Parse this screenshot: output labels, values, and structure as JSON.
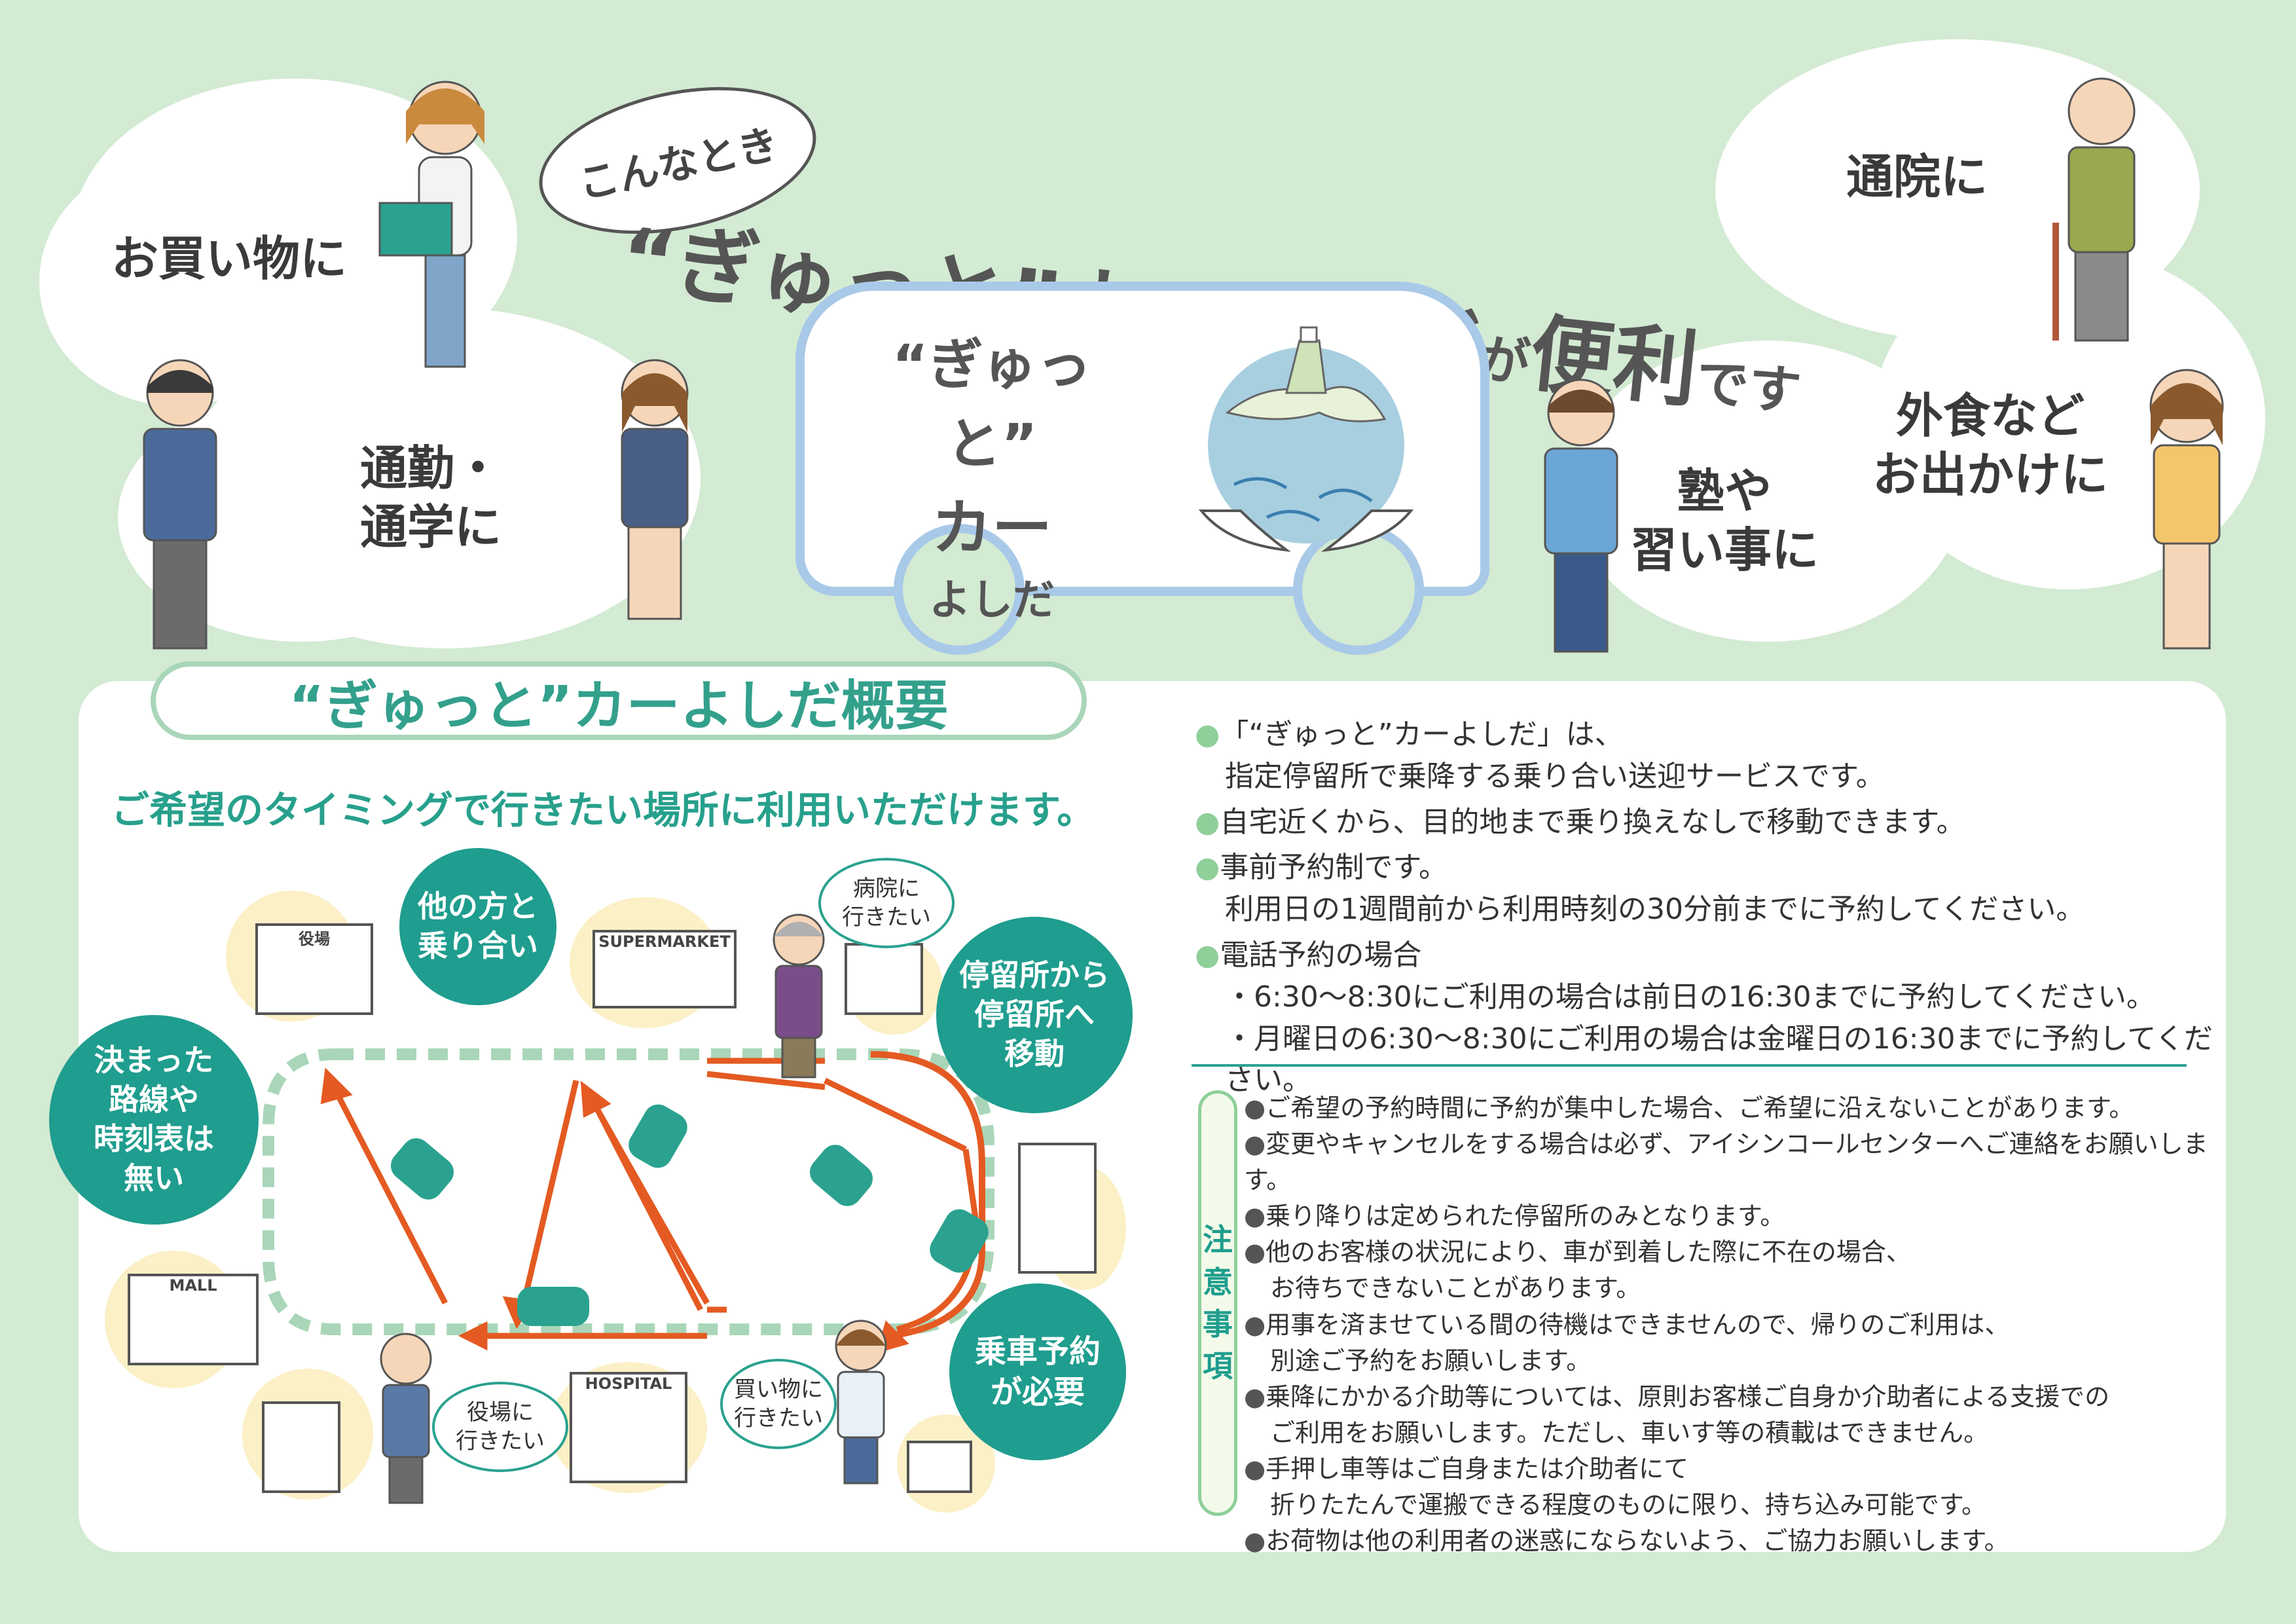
{
  "top": {
    "header_small": "こんなとき",
    "header_main_a": "“ぎゅっと”カーよしだ",
    "header_main_b": "が",
    "header_main_c": "便利",
    "header_main_d": "です",
    "car_logo_1": "“ぎゅっと”",
    "car_logo_2": "カー",
    "car_logo_3": "よしだ",
    "uses": {
      "shopping": "お買い物に",
      "commute_1": "通勤・",
      "commute_2": "通学に",
      "hospital": "通院に",
      "dining_1": "外食など",
      "dining_2": "お出かけに",
      "lessons_1": "塾や",
      "lessons_2": "習い事に"
    }
  },
  "overview": {
    "title": "“ぎゅっと”カーよしだ概要",
    "subtitle": "ご希望のタイミングで行きたい場所に利用いただけます。",
    "circles": {
      "share_1": "他の方と",
      "share_2": "乗り合い",
      "route_1": "決まった",
      "route_2": "路線や",
      "route_3": "時刻表は",
      "route_4": "無い",
      "stop_1": "停留所から",
      "stop_2": "停留所へ",
      "stop_3": "移動",
      "reserve_1": "乗車予約",
      "reserve_2": "が必要"
    },
    "bubbles": {
      "hospital_1": "病院に",
      "hospital_2": "行きたい",
      "office_1": "役場に",
      "office_2": "行きたい",
      "shop_1": "買い物に",
      "shop_2": "行きたい"
    },
    "buildings": {
      "office": "役場",
      "supermarket": "SUPERMARKET",
      "mall": "MALL",
      "hospital": "HOSPITAL"
    }
  },
  "info": {
    "i1a": "「“ぎゅっと”カーよしだ」は、",
    "i1b": "指定停留所で乗降する乗り合い送迎サービスです。",
    "i2": "自宅近くから、目的地まで乗り換えなしで移動できます。",
    "i3a": "事前予約制です。",
    "i3b": "利用日の1週間前から利用時刻の30分前までに予約してください。",
    "i4a": "電話予約の場合",
    "i4b": "・6:30～8:30にご利用の場合は前日の16:30までに予約してください。",
    "i4c": "・月曜日の6:30～8:30にご利用の場合は金曜日の16:30までに予約してください。"
  },
  "notes": {
    "tag": [
      "注",
      "意",
      "事",
      "項"
    ],
    "n1": "ご希望の予約時間に予約が集中した場合、ご希望に沿えないことがあります。",
    "n2": "変更やキャンセルをする場合は必ず、アイシンコールセンターへご連絡をお願いします。",
    "n3": "乗り降りは定められた停留所のみとなります。",
    "n4a": "他のお客様の状況により、車が到着した際に不在の場合、",
    "n4b": "お待ちできないことがあります。",
    "n5a": "用事を済ませている間の待機はできませんので、帰りのご利用は、",
    "n5b": "別途ご予約をお願いします。",
    "n6a": "乗降にかかる介助等については、原則お客様ご自身か介助者による支援での",
    "n6b": "ご利用をお願いします。ただし、車いす等の積載はできません。",
    "n7a": "手押し車等はご自身または介助者にて",
    "n7b": "折りたたんで運搬できる程度のものに限り、持ち込み可能です。",
    "n8": "お荷物は他の利用者の迷惑にならないよう、ご協力お願いします。"
  },
  "colors": {
    "background": "#d3ead3",
    "teal": "#1f9d8e",
    "arrow": "#e45a22",
    "route": "#a9d6b8",
    "yellow": "#fbf0c6"
  }
}
